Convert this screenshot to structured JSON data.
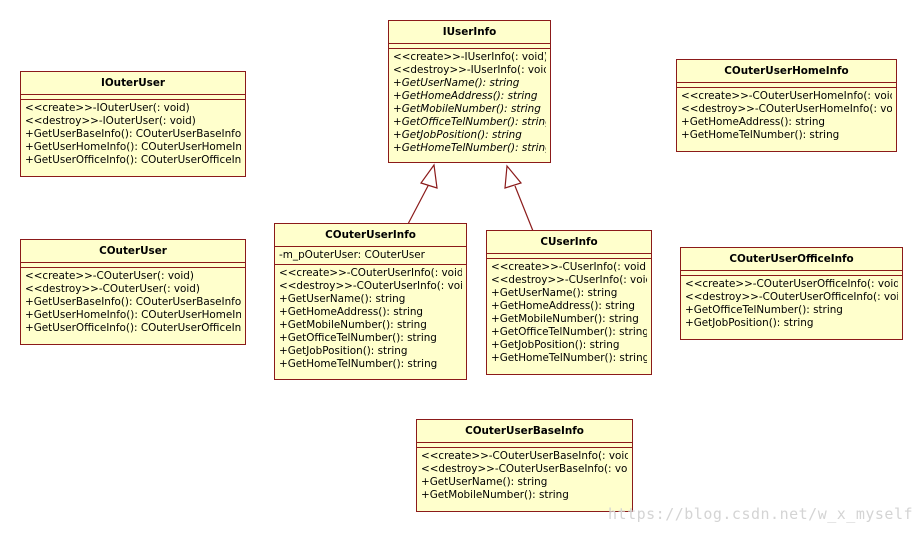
{
  "classes": {
    "iuserinfo": {
      "name": "IUserInfo",
      "methods": [
        {
          "text": "<<create>>-IUserInfo(: void)",
          "abstract": false
        },
        {
          "text": "<<destroy>>-IUserInfo(: void)",
          "abstract": false
        },
        {
          "text": "+GetUserName(): string",
          "abstract": true
        },
        {
          "text": "+GetHomeAddress(): string",
          "abstract": true
        },
        {
          "text": "+GetMobileNumber(): string",
          "abstract": true
        },
        {
          "text": "+GetOfficeTelNumber(): string",
          "abstract": true
        },
        {
          "text": "+GetJobPosition(): string",
          "abstract": true
        },
        {
          "text": "+GetHomeTelNumber(): string",
          "abstract": true
        }
      ]
    },
    "iouteruser": {
      "name": "IOuterUser",
      "methods": [
        {
          "text": "<<create>>-IOuterUser(: void)",
          "abstract": false
        },
        {
          "text": "<<destroy>>-IOuterUser(: void)",
          "abstract": false
        },
        {
          "text": "+GetUserBaseInfo(): COuterUserBaseInfo",
          "abstract": false
        },
        {
          "text": "+GetUserHomeInfo(): COuterUserHomeInfo",
          "abstract": false
        },
        {
          "text": "+GetUserOfficeInfo(): COuterUserOfficeInfo",
          "abstract": false
        }
      ]
    },
    "couteruserhomeinfo": {
      "name": "COuterUserHomeInfo",
      "methods": [
        {
          "text": "<<create>>-COuterUserHomeInfo(: void)",
          "abstract": false
        },
        {
          "text": "<<destroy>>-COuterUserHomeInfo(: void)",
          "abstract": false
        },
        {
          "text": "+GetHomeAddress(): string",
          "abstract": false
        },
        {
          "text": "+GetHomeTelNumber(): string",
          "abstract": false
        }
      ]
    },
    "couteruser": {
      "name": "COuterUser",
      "methods": [
        {
          "text": "<<create>>-COuterUser(: void)",
          "abstract": false
        },
        {
          "text": "<<destroy>>-COuterUser(: void)",
          "abstract": false
        },
        {
          "text": "+GetUserBaseInfo(): COuterUserBaseInfo",
          "abstract": false
        },
        {
          "text": "+GetUserHomeInfo(): COuterUserHomeInfo",
          "abstract": false
        },
        {
          "text": "+GetUserOfficeInfo(): COuterUserOfficeInfo",
          "abstract": false
        }
      ]
    },
    "couteruserinfo": {
      "name": "COuterUserInfo",
      "attributes": [
        "-m_pOuterUser: COuterUser"
      ],
      "methods": [
        {
          "text": "<<create>>-COuterUserInfo(: void)",
          "abstract": false
        },
        {
          "text": "<<destroy>>-COuterUserInfo(: void)",
          "abstract": false
        },
        {
          "text": "+GetUserName(): string",
          "abstract": false
        },
        {
          "text": "+GetHomeAddress(): string",
          "abstract": false
        },
        {
          "text": "+GetMobileNumber(): string",
          "abstract": false
        },
        {
          "text": "+GetOfficeTelNumber(): string",
          "abstract": false
        },
        {
          "text": "+GetJobPosition(): string",
          "abstract": false
        },
        {
          "text": "+GetHomeTelNumber(): string",
          "abstract": false
        }
      ]
    },
    "cuserinfo": {
      "name": "CUserInfo",
      "methods": [
        {
          "text": "<<create>>-CUserInfo(: void)",
          "abstract": false
        },
        {
          "text": "<<destroy>>-CUserInfo(: void)",
          "abstract": false
        },
        {
          "text": "+GetUserName(): string",
          "abstract": false
        },
        {
          "text": "+GetHomeAddress(): string",
          "abstract": false
        },
        {
          "text": "+GetMobileNumber(): string",
          "abstract": false
        },
        {
          "text": "+GetOfficeTelNumber(): string",
          "abstract": false
        },
        {
          "text": "+GetJobPosition(): string",
          "abstract": false
        },
        {
          "text": "+GetHomeTelNumber(): string",
          "abstract": false
        }
      ]
    },
    "couteruserofficeinfo": {
      "name": "COuterUserOfficeInfo",
      "methods": [
        {
          "text": "<<create>>-COuterUserOfficeInfo(: void)",
          "abstract": false
        },
        {
          "text": "<<destroy>>-COuterUserOfficeInfo(: void)",
          "abstract": false
        },
        {
          "text": "+GetOfficeTelNumber(): string",
          "abstract": false
        },
        {
          "text": "+GetJobPosition(): string",
          "abstract": false
        }
      ]
    },
    "couteruserbaseinfo": {
      "name": "COuterUserBaseInfo",
      "methods": [
        {
          "text": "<<create>>-COuterUserBaseInfo(: void)",
          "abstract": false
        },
        {
          "text": "<<destroy>>-COuterUserBaseInfo(: void)",
          "abstract": false
        },
        {
          "text": "+GetUserName(): string",
          "abstract": false
        },
        {
          "text": "+GetMobileNumber(): string",
          "abstract": false
        }
      ]
    }
  },
  "relations": [
    {
      "type": "generalization",
      "from": "COuterUserInfo",
      "to": "IUserInfo"
    },
    {
      "type": "generalization",
      "from": "CUserInfo",
      "to": "IUserInfo"
    }
  ],
  "colors": {
    "fill": "#ffffcc",
    "border": "#8b1a1a",
    "watermark": "#d4d4d4"
  },
  "watermark": "https://blog.csdn.net/w_x_myself"
}
